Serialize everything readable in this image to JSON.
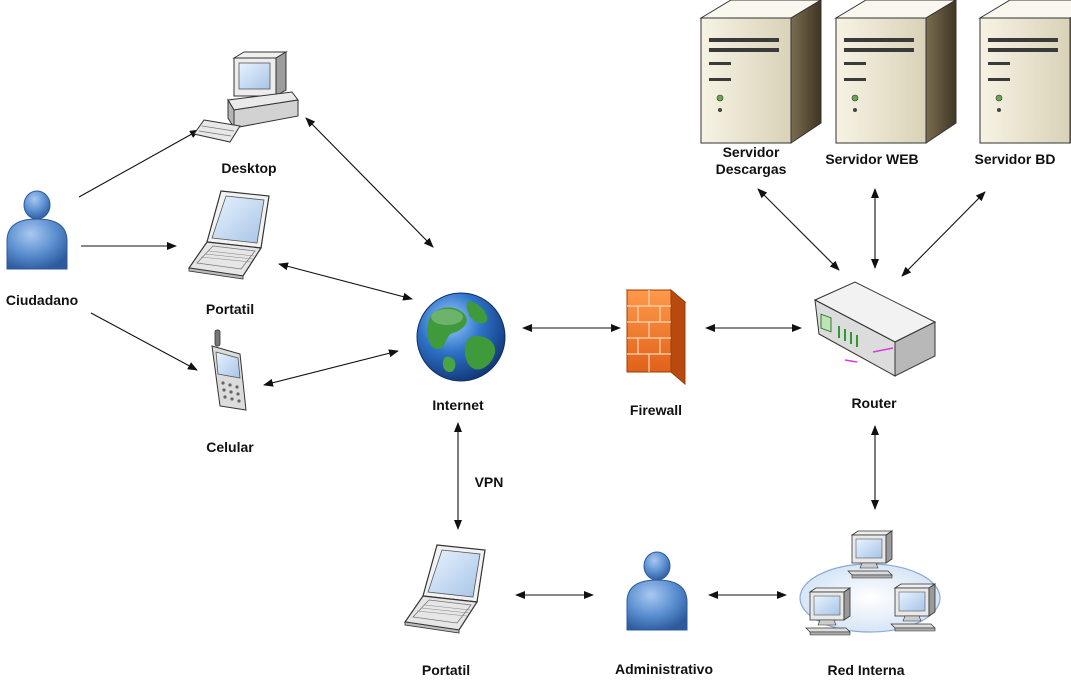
{
  "nodes": {
    "ciudadano": "Ciudadano",
    "desktop": "Desktop",
    "portatil_top": "Portatil",
    "celular": "Celular",
    "internet": "Internet",
    "firewall": "Firewall",
    "router": "Router",
    "servidor_descargas": "Servidor\nDescargas",
    "servidor_web": "Servidor WEB",
    "servidor_bd": "Servidor BD",
    "portatil_bottom": "Portatil",
    "administrativo": "Administrativo",
    "red_interna": "Red Interna"
  },
  "edges": {
    "vpn": "VPN"
  },
  "colors": {
    "person_blue": "#5b8fd0",
    "firewall_orange": "#f27a2a",
    "globe_blue": "#2f73c9",
    "globe_green": "#3e9a3a",
    "server_beige": "#ece7d2",
    "line": "#111111"
  },
  "icons": {
    "ciudadano": "person-icon",
    "desktop": "desktop-computer-icon",
    "portatil": "laptop-icon",
    "celular": "mobile-phone-icon",
    "internet": "globe-icon",
    "firewall": "brick-wall-icon",
    "router": "router-icon",
    "servers": "server-tower-icon",
    "administrativo": "person-icon",
    "red_interna": "network-workstations-icon"
  }
}
